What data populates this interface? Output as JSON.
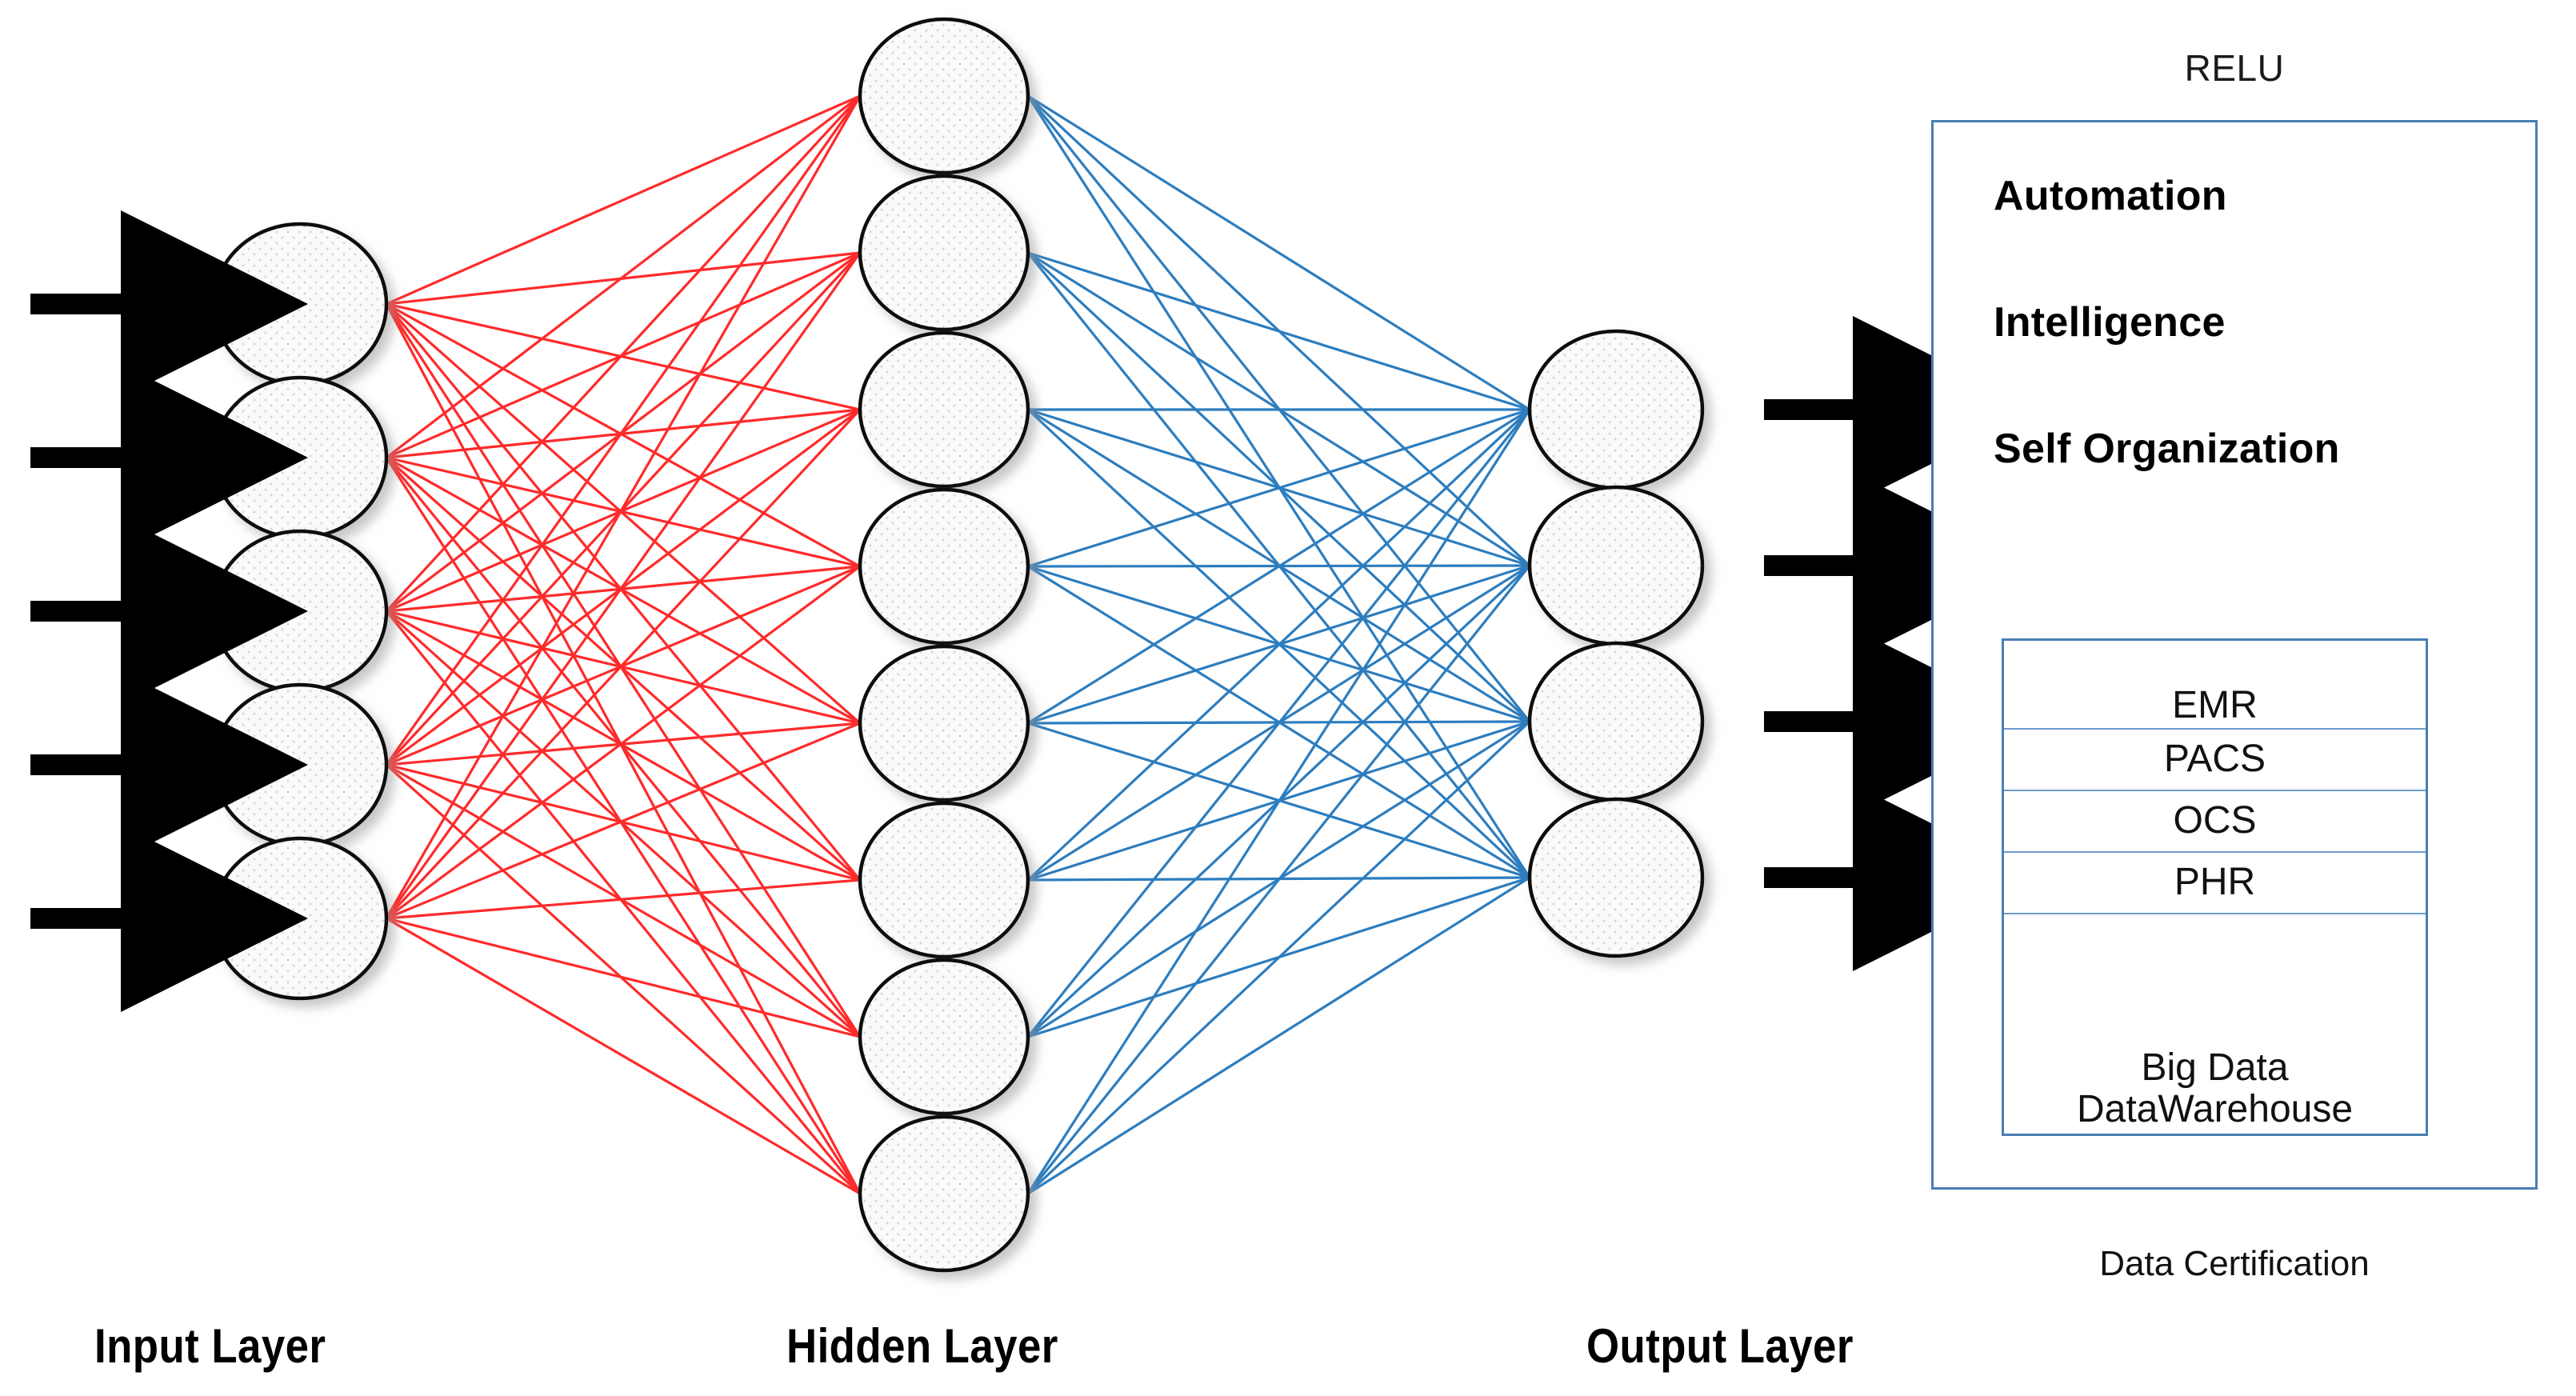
{
  "diagram": {
    "title_layers": {
      "input": "Input Layer",
      "hidden": "Hidden Layer",
      "output": "Output Layer"
    },
    "layers": [
      {
        "name": "input",
        "node_count": 5,
        "node_label": "input-node"
      },
      {
        "name": "hidden",
        "node_count": 8,
        "node_label": "hidden-node"
      },
      {
        "name": "output",
        "node_count": 4,
        "node_label": "output-node"
      }
    ],
    "edges": [
      {
        "from": "input",
        "to": "hidden",
        "color": "#FF2A2A",
        "style": "fully-connected",
        "count": 40
      },
      {
        "from": "hidden",
        "to": "output",
        "color": "#2D7DBE",
        "style": "fully-connected",
        "count": 32
      }
    ],
    "arrows": {
      "input_arrow_count": 5,
      "output_arrow_count": 4,
      "color": "#000000"
    },
    "colors": {
      "red_edge": "#FF2A2A",
      "blue_edge": "#2D7DBE",
      "panel_border": "#4A7EB5",
      "table_rule": "#6F9CCB",
      "node_stroke": "#111111",
      "node_fill": "#FAFAFA",
      "arrow": "#000000"
    }
  },
  "relu_panel": {
    "title": "RELU",
    "keywords": [
      "Automation",
      "Intelligence",
      "Self Organization"
    ],
    "table": {
      "rows": [
        "EMR",
        "PACS",
        "OCS",
        "PHR"
      ],
      "footer_line1": "Big Data",
      "footer_line2": "DataWarehouse"
    },
    "caption": "Data Certification"
  }
}
